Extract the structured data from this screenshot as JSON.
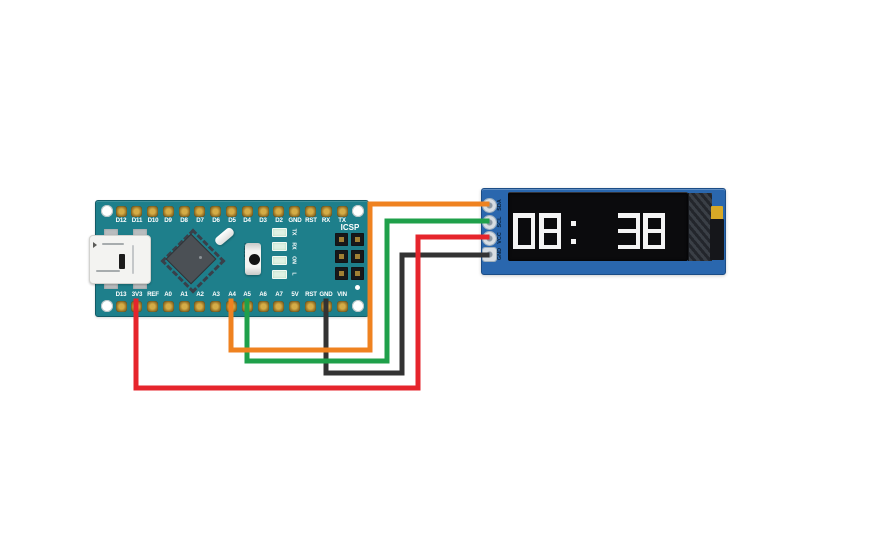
{
  "page": {
    "background": "#ffffff"
  },
  "arduino": {
    "name": "Arduino Nano board",
    "board_color": "#1e7f8b",
    "top_pins": [
      "D12",
      "D11",
      "D10",
      "D9",
      "D8",
      "D7",
      "D6",
      "D5",
      "D4",
      "D3",
      "D2",
      "GND",
      "RST",
      "RX",
      "TX"
    ],
    "bottom_pins": [
      "D13",
      "3V3",
      "REF",
      "A0",
      "A1",
      "A2",
      "A3",
      "A4",
      "A5",
      "A6",
      "A7",
      "5V",
      "RST",
      "GND",
      "VIN"
    ],
    "icsp_label": "ICSP",
    "reset_label": "RESET",
    "led_labels": [
      "TX",
      "RX",
      "ON",
      "L"
    ]
  },
  "oled": {
    "name": "I2C OLED display module",
    "board_color": "#2a67ae",
    "pins": [
      "SDA",
      "SCL",
      "VCC",
      "GND"
    ],
    "display_value": "08:38",
    "display_color": "#f4f4f4"
  },
  "wires": [
    {
      "name": "sda-wire",
      "color": "#ef8220",
      "from": "A4",
      "to": "SDA"
    },
    {
      "name": "scl-wire",
      "color": "#1fa04a",
      "from": "A5",
      "to": "SCL"
    },
    {
      "name": "vcc-wire",
      "color": "#e6252c",
      "from": "3V3",
      "to": "VCC"
    },
    {
      "name": "gnd-wire",
      "color": "#333333",
      "from": "GND",
      "to": "GND"
    }
  ]
}
